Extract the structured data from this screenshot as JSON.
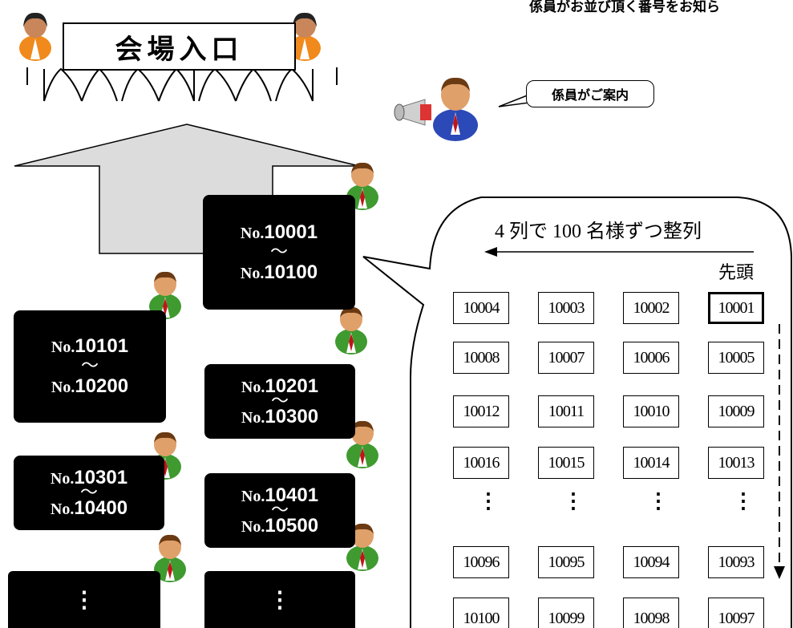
{
  "notice_text": "係員がお並び頂く番号をお知ら",
  "entrance_label": "会場入口",
  "staff_bubble": "係員がご案内",
  "blocks": [
    {
      "no_prefix": "No.",
      "start": "10001",
      "tilde": "～",
      "end": "10100"
    },
    {
      "no_prefix": "No.",
      "start": "10101",
      "tilde": "～",
      "end": "10200"
    },
    {
      "no_prefix": "No.",
      "start": "10201",
      "tilde": "～",
      "end": "10300"
    },
    {
      "no_prefix": "No.",
      "start": "10301",
      "tilde": "～",
      "end": "10400"
    },
    {
      "no_prefix": "No.",
      "start": "10401",
      "tilde": "～",
      "end": "10500"
    }
  ],
  "more_dots": "⋮",
  "queue": {
    "title": "4 列で 100 名様ずつ整列",
    "head_label": "先頭",
    "rows": [
      [
        "10004",
        "10003",
        "10002",
        "10001"
      ],
      [
        "10008",
        "10007",
        "10006",
        "10005"
      ],
      [
        "10012",
        "10011",
        "10010",
        "10009"
      ],
      [
        "10016",
        "10015",
        "10014",
        "10013"
      ],
      [
        "10096",
        "10095",
        "10094",
        "10093"
      ],
      [
        "10100",
        "10099",
        "10098",
        "10097"
      ]
    ],
    "dots": "⋮"
  },
  "colors": {
    "block_bg": "#000000",
    "arrow_fill": "#dcdcdc",
    "person_shirt_green": "#3f9a2f",
    "person_shirt_blue": "#2c49b8",
    "person_shirt_orange": "#f08a1c",
    "tie_red": "#c0141a"
  },
  "icons": [
    "person-icon",
    "megaphone-icon",
    "curtain-icon"
  ]
}
